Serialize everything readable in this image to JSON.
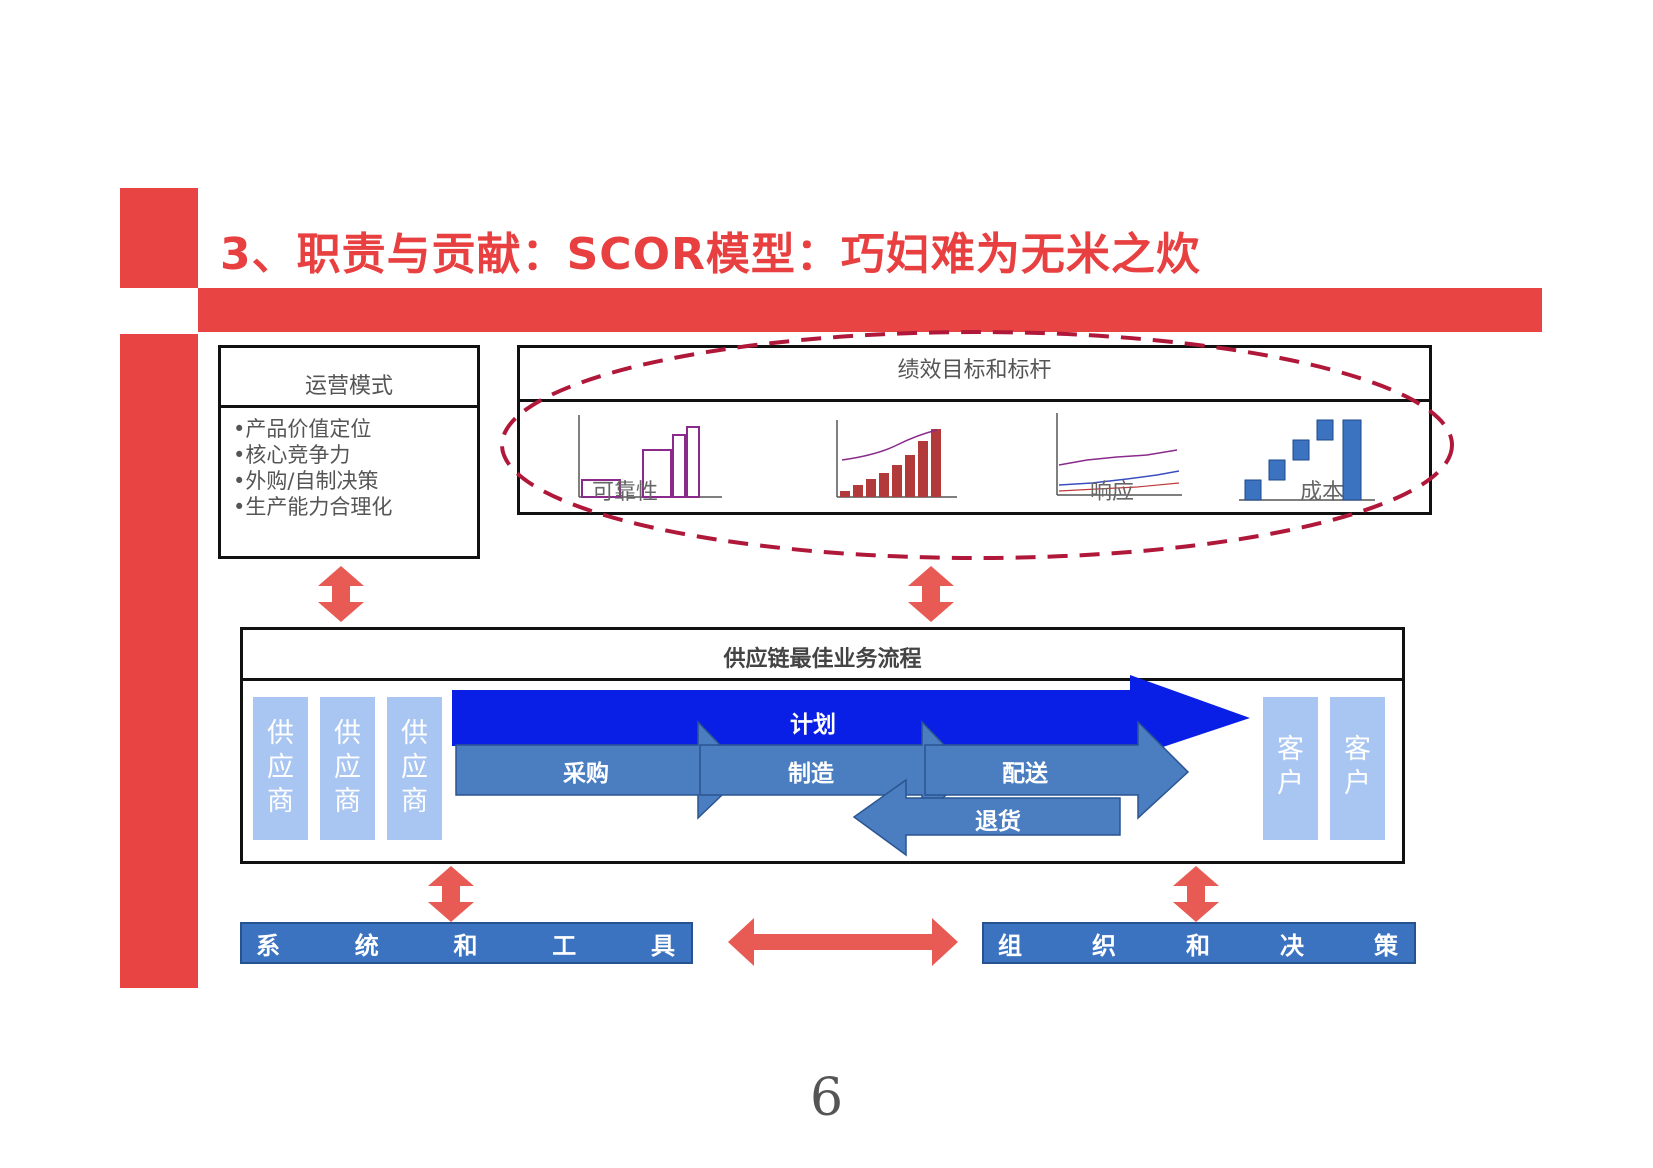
{
  "title": "3、职责与贡献：SCOR模型：巧妇难为无米之炊",
  "operations": {
    "header": "运营模式",
    "items": [
      "•产品价值定位",
      "•核心竞争力",
      "•外购/自制决策",
      "•生产能力合理化"
    ]
  },
  "performance": {
    "header": "绩效目标和标杆",
    "charts": [
      {
        "label": "可靠性"
      },
      {
        "label": ""
      },
      {
        "label": "响应"
      },
      {
        "label": "成本"
      }
    ]
  },
  "process": {
    "header": "供应链最佳业务流程",
    "suppliers": [
      "供应商",
      "供应商",
      "供应商"
    ],
    "customers": [
      "客户",
      "客户"
    ],
    "plan": "计划",
    "source": "采购",
    "make": "制造",
    "deliver": "配送",
    "return": "退货"
  },
  "bottom": {
    "systems": [
      "系",
      "统",
      "和",
      "工",
      "具"
    ],
    "org": [
      "组",
      "织",
      "和",
      "决",
      "策"
    ]
  },
  "page_number": "6",
  "colors": {
    "accent_red": "#e84444",
    "plan_blue": "#0a1fe6",
    "process_blue": "#4a7ec0",
    "light_blue": "#a9c6f2",
    "dashed_ellipse": "#b0183a"
  }
}
